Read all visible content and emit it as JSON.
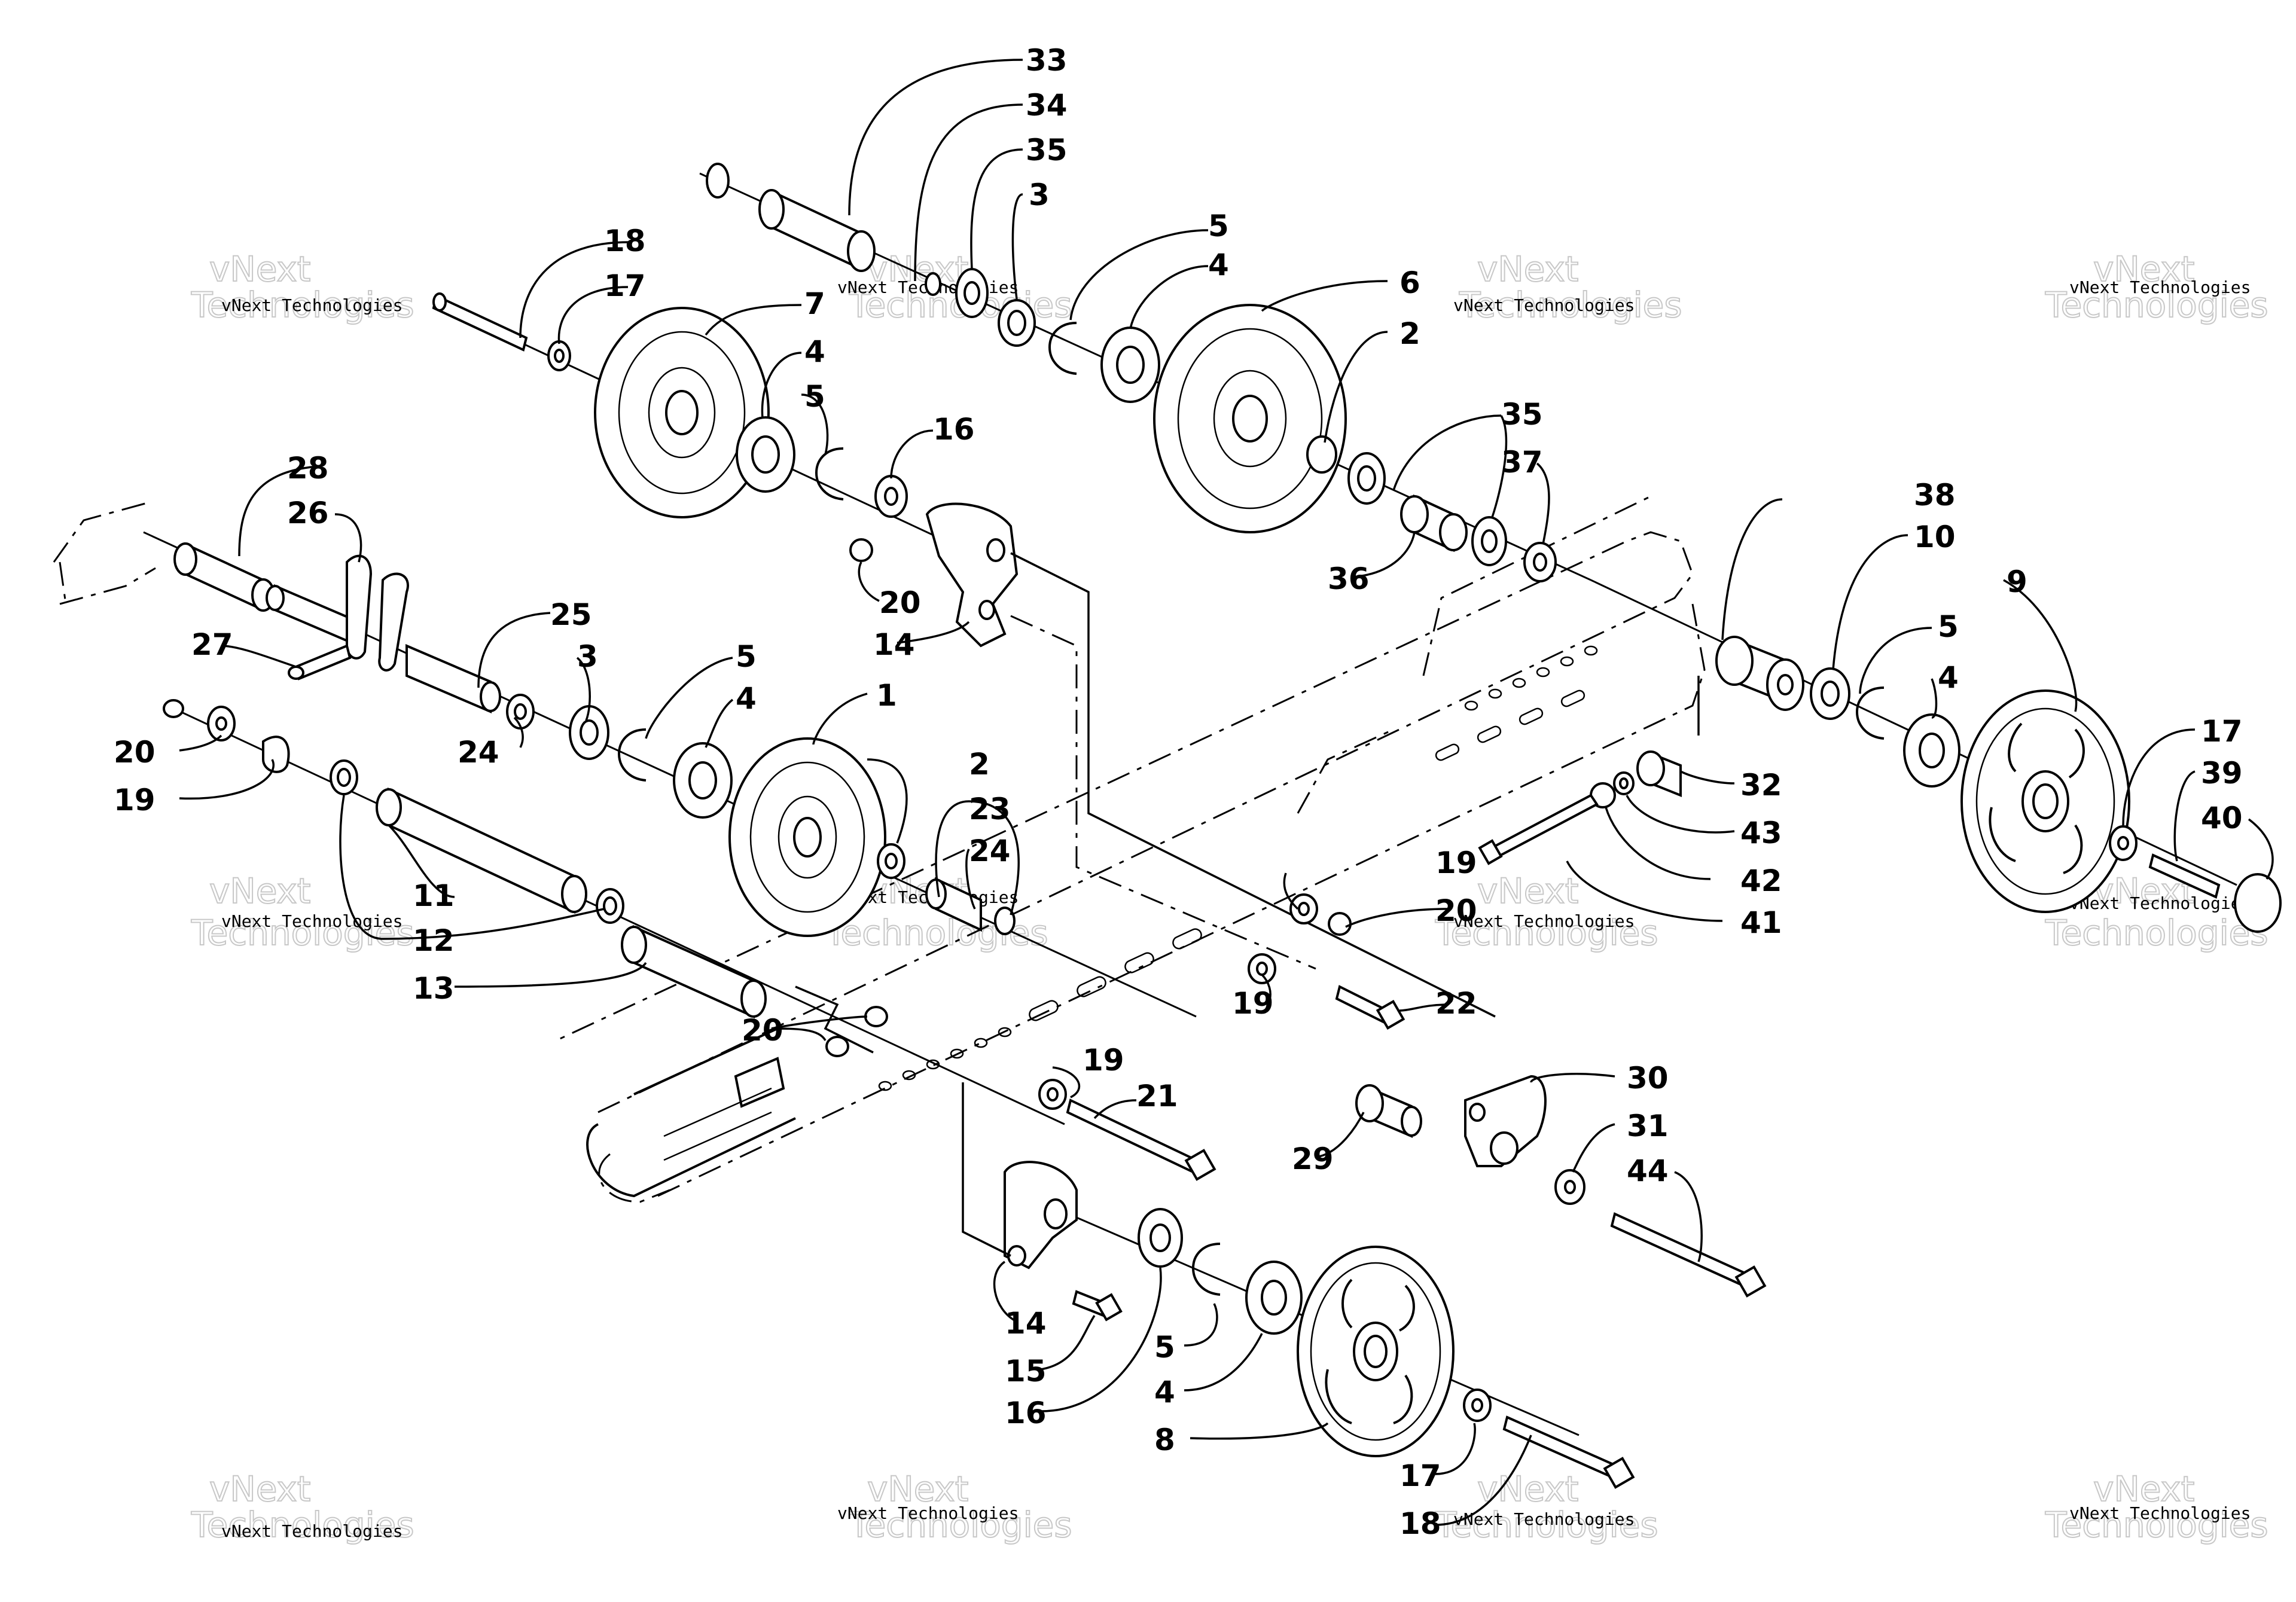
{
  "diagram": {
    "callouts": {
      "c33": "33",
      "c34": "34",
      "c35a": "35",
      "c3a": "3",
      "c5a": "5",
      "c4a": "4",
      "c6": "6",
      "c2a": "2",
      "c35b": "35",
      "c37": "37",
      "c36": "36",
      "c18a": "18",
      "c17a": "17",
      "c7": "7",
      "c4b": "4",
      "c5b": "5",
      "c16a": "16",
      "c28": "28",
      "c26": "26",
      "c25": "25",
      "c27": "27",
      "c3b": "3",
      "c5c": "5",
      "c4c": "4",
      "c24a": "24",
      "c20a": "20",
      "c14a": "14",
      "c20b": "20",
      "c19a": "19",
      "c1": "1",
      "c2b": "2",
      "c23": "23",
      "c24b": "24",
      "c11": "11",
      "c12": "12",
      "c13": "13",
      "c38": "38",
      "c10": "10",
      "c9": "9",
      "c5d": "5",
      "c4d": "4",
      "c17b": "17",
      "c39": "39",
      "c40": "40",
      "c32": "32",
      "c43": "43",
      "c42": "42",
      "c41": "41",
      "c19b": "19",
      "c20c": "20",
      "c19c": "19",
      "c22": "22",
      "c20d": "20",
      "c19d": "19",
      "c21": "21",
      "c30": "30",
      "c31": "31",
      "c44": "44",
      "c29": "29",
      "c14b": "14",
      "c15": "15",
      "c16b": "16",
      "c5e": "5",
      "c4e": "4",
      "c8": "8",
      "c17c": "17",
      "c18b": "18"
    },
    "watermark": {
      "line1": "vNext Technologies",
      "big_top": "vNext",
      "big_bottom": "Technologies"
    }
  }
}
